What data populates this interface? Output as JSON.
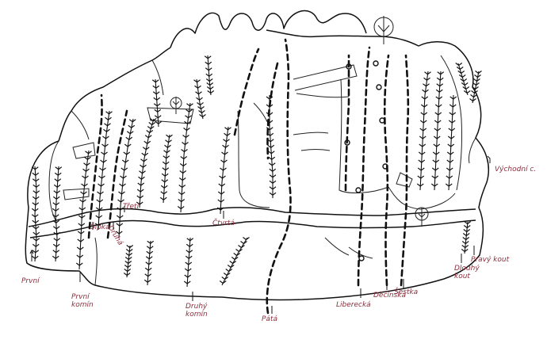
{
  "colors": {
    "label": "#8b2e3c",
    "ink": "#111111",
    "background": "#ffffff"
  },
  "labels": {
    "prvni": "První",
    "prvni_komin_1": "První",
    "prvni_komin_2": "komín",
    "sipka": "Šipka",
    "druha": "Druhá",
    "treti": "Třetí",
    "druhy_komin_1": "Druhý",
    "druhy_komin_2": "komín",
    "ctvrta": "Čtvrtá",
    "pata": "Pátá",
    "liberecka": "Liberecká",
    "decinska": "Děčínská",
    "sestka": "Šestka",
    "dlouhy_kout_1": "Dlouhý",
    "dlouhy_kout_2": "kout",
    "pravy_kout": "Pravý kout",
    "vychodni": "Východní c."
  },
  "icons": [
    "tree-icon",
    "bolt-ring-icon"
  ]
}
